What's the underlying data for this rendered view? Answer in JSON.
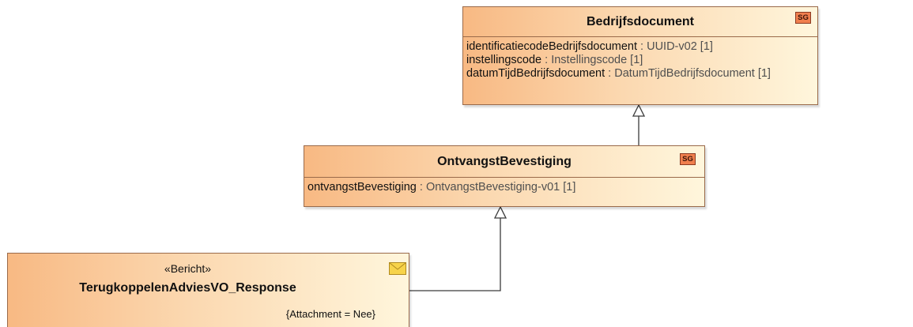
{
  "diagram": {
    "classes": {
      "bedrijfsdocument": {
        "name": "Bedrijfsdocument",
        "stereotype_icon": "SG",
        "attributes": [
          {
            "name": "identificatiecodeBedrijfsdocument",
            "sep": " : ",
            "type": "UUID-v02 [1]"
          },
          {
            "name": "instellingscode",
            "sep": " : ",
            "type": "Instellingscode [1]"
          },
          {
            "name": "datumTijdBedrijfsdocument",
            "sep": " : ",
            "type": "DatumTijdBedrijfsdocument [1]"
          }
        ]
      },
      "ontvangst": {
        "name": "OntvangstBevestiging",
        "stereotype_icon": "SG",
        "attributes": [
          {
            "name": "ontvangstBevestiging",
            "sep": " : ",
            "type": "OntvangstBevestiging-v01 [1]"
          }
        ]
      },
      "response": {
        "stereotype": "«Bericht»",
        "name": "TerugkoppelenAdviesVO_Response",
        "constraint": "{Attachment = Nee}",
        "icon": "envelope-icon"
      }
    },
    "relations": [
      {
        "type": "generalization",
        "from": "OntvangstBevestiging",
        "to": "Bedrijfsdocument"
      },
      {
        "type": "generalization",
        "from": "TerugkoppelenAdviesVO_Response",
        "to": "OntvangstBevestiging"
      }
    ],
    "colors": {
      "class_fill_left": "#f8b983",
      "class_fill_right": "#fff6dc",
      "border": "#9a6a4a",
      "sg_badge": "#f07f4e",
      "envelope": "#f7d34a"
    }
  }
}
